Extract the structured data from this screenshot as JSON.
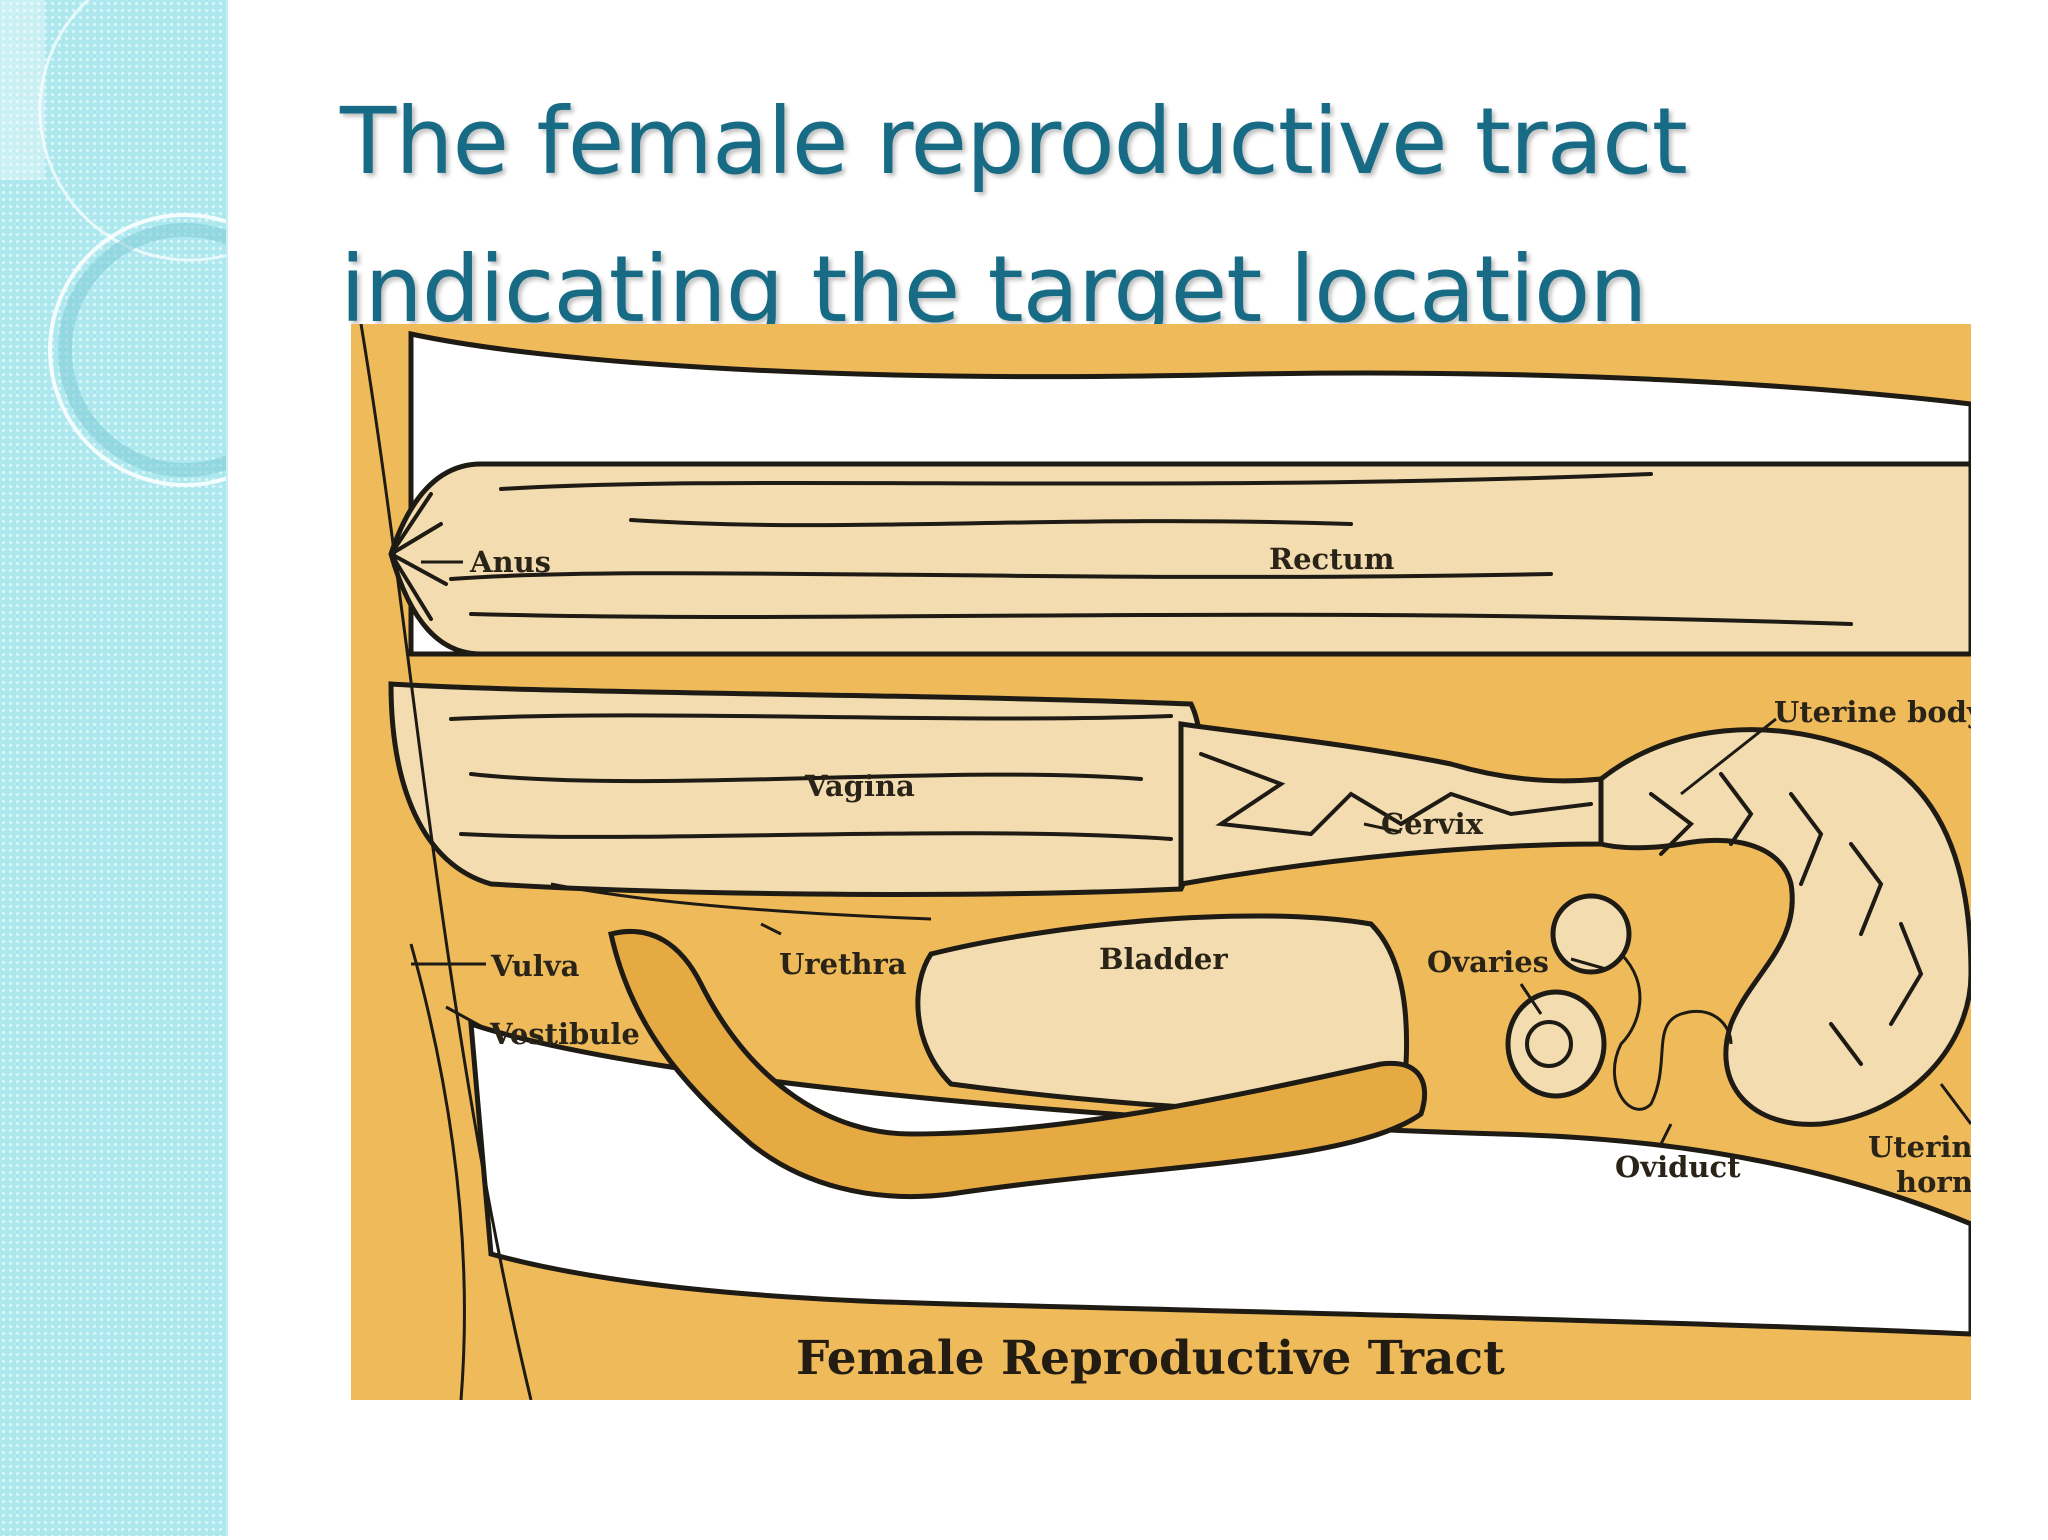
{
  "slide": {
    "title_line1": "The female reproductive tract",
    "title_line2": "indicating the target location"
  },
  "figure": {
    "caption": "Female Reproductive Tract",
    "labels": {
      "anus": "Anus",
      "rectum": "Rectum",
      "vagina": "Vagina",
      "uterine_body": "Uterine body",
      "cervix": "Cervix",
      "urethra": "Urethra",
      "bladder": "Bladder",
      "ovaries": "Ovaries",
      "vulva": "Vulva",
      "vestibule": "Vestibule",
      "oviduct": "Oviduct",
      "uterine_horn_line1": "Uterin",
      "uterine_horn_line2": "horn"
    },
    "colors": {
      "background": "#efbb5a",
      "tissue": "#f3ddb0",
      "title": "#176b85",
      "sidebar": "#aee8ef"
    }
  }
}
